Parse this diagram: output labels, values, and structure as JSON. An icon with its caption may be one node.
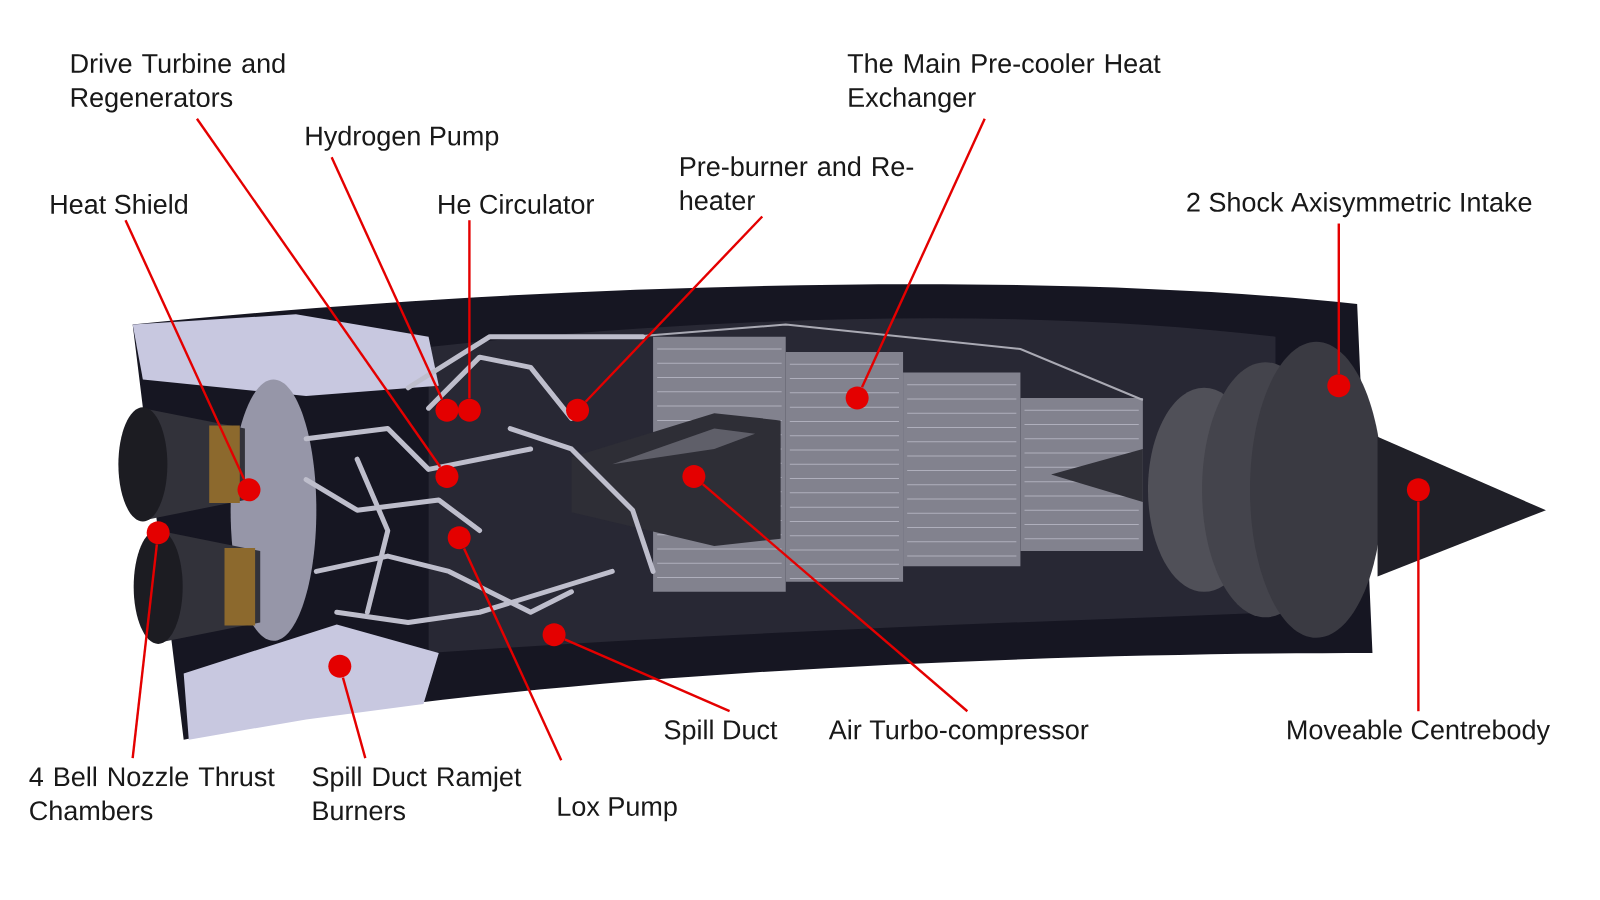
{
  "diagram": {
    "nodes": [
      {
        "text": [
          "Drive Turbine and Regenerators"
        ]
      },
      {
        "text": [
          "Hydrogen Pump"
        ]
      },
      {
        "text": [
          "Heat Shield"
        ]
      },
      {
        "text": [
          "He Circulator"
        ]
      },
      {
        "text": [
          "Pre-burner and Re-heater"
        ]
      },
      {
        "text": [
          "The Main Pre-cooler Heat Exchanger"
        ]
      },
      {
        "text": [
          "2 Shock Axisymmetric Intake"
        ]
      },
      {
        "text": [
          "4 Bell Nozzle Thrust Chambers"
        ]
      },
      {
        "text": [
          "Spill Duct Ramjet Burners"
        ]
      },
      {
        "text": [
          "Lox Pump"
        ]
      },
      {
        "text": [
          "Spill Duct"
        ]
      },
      {
        "text": [
          "Air Turbo-compressor"
        ]
      },
      {
        "text": [
          "Moveable Centrebody"
        ]
      },
      {
        "text": [],
        "shape": "circle"
      },
      {
        "text": [],
        "shape": "circle"
      },
      {
        "text": [],
        "shape": "circle"
      },
      {
        "text": [],
        "shape": "circle"
      },
      {
        "text": [],
        "shape": "circle"
      },
      {
        "text": [],
        "shape": "circle"
      },
      {
        "text": [],
        "shape": "circle"
      },
      {
        "text": [],
        "shape": "circle"
      },
      {
        "text": [],
        "shape": "circle"
      },
      {
        "text": [],
        "shape": "circle"
      },
      {
        "text": [],
        "shape": "circle"
      },
      {
        "text": [],
        "shape": "circle"
      },
      {
        "text": [],
        "shape": "circle"
      }
    ],
    "edges": [
      {
        "from": 0,
        "to": 13,
        "arrow": "none"
      },
      {
        "from": 1,
        "to": 14,
        "arrow": "none"
      },
      {
        "from": 2,
        "to": 15,
        "arrow": "none"
      },
      {
        "from": 3,
        "to": 16,
        "arrow": "none"
      },
      {
        "from": 4,
        "to": 17,
        "arrow": "none"
      },
      {
        "from": 5,
        "to": 18,
        "arrow": "none"
      },
      {
        "from": 6,
        "to": 19,
        "arrow": "none"
      },
      {
        "from": 7,
        "to": 20,
        "arrow": "none"
      },
      {
        "from": 8,
        "to": 21,
        "arrow": "none"
      },
      {
        "from": 9,
        "to": 22,
        "arrow": "none"
      },
      {
        "from": 10,
        "to": 23,
        "arrow": "none"
      },
      {
        "from": 11,
        "to": 24,
        "arrow": "none"
      },
      {
        "from": 12,
        "to": 25,
        "arrow": "none"
      }
    ]
  }
}
